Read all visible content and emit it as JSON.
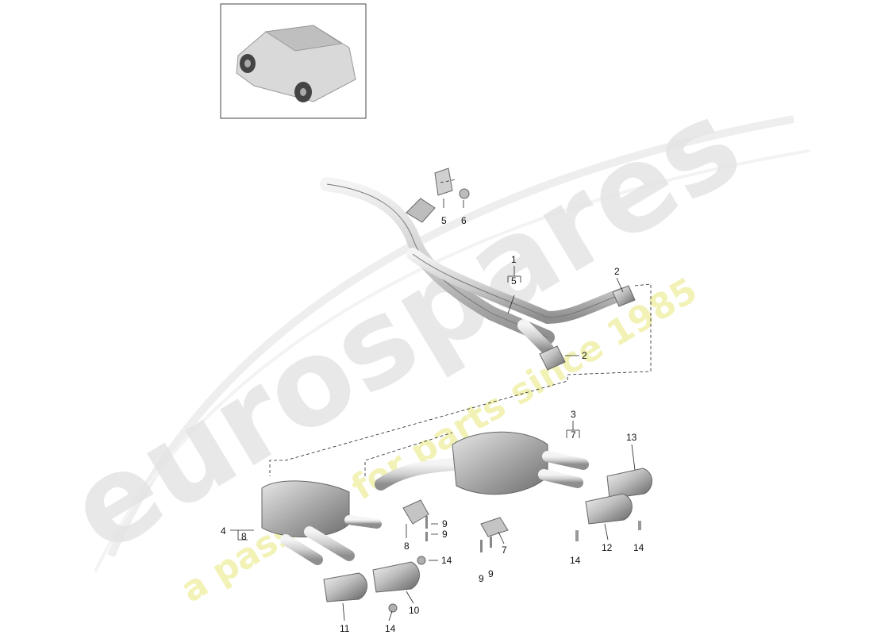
{
  "watermark": {
    "brand": "eurospares",
    "tagline": "a passion for parts since 1985",
    "brand_color": "#e6e6e6",
    "tagline_color": "#f1f0a8"
  },
  "thumbnail": {
    "icon": "car-thumbnail-icon"
  },
  "callouts": {
    "c1": "1",
    "c5a": "5",
    "c2a": "2",
    "c2b": "2",
    "c5b": "5",
    "c6": "6",
    "c3": "3",
    "c7a": "7",
    "c13": "13",
    "c4": "4",
    "c8a": "8",
    "c9a": "9",
    "c9b": "9",
    "c8b": "8",
    "c7b": "7",
    "c9c": "9",
    "c9d": "9",
    "c14a": "14",
    "c12": "12",
    "c14b": "14",
    "c14c": "14",
    "c10": "10",
    "c11": "11",
    "c14d": "14"
  },
  "colors": {
    "part_light": "#f2f2f2",
    "part_mid": "#c8c8c8",
    "part_dark": "#8a8a8a",
    "line": "#222222"
  }
}
